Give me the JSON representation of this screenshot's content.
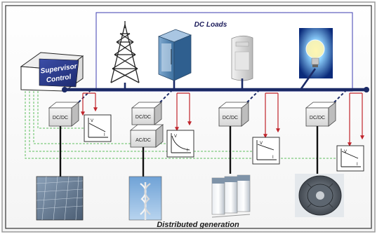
{
  "diagram": {
    "dc_loads_title": "DC Loads",
    "supervisor_label_line1": "Supervisor",
    "supervisor_label_line2": "Control",
    "distributed_generation_label": "Distributed generation",
    "converter_dcdc": "DC/DC",
    "converter_acdc": "AC/DC",
    "plot_axis_v": "V",
    "plot_axis_i": "I",
    "load_icons": [
      "transmission-tower-icon",
      "refrigerator-icon",
      "air-conditioner-icon",
      "light-bulb-icon"
    ],
    "source_icons": [
      "solar-panel-icon",
      "wind-turbine-icon",
      "battery-bank-icon",
      "generator-icon"
    ],
    "colors": {
      "bus": "#1b2a66",
      "control_lines": "#5fbf5f",
      "droop_arrows": "#c0242b",
      "dc_loads_frame": "#3e3eb0",
      "supervisor_fill": "#2a3a8c"
    }
  }
}
